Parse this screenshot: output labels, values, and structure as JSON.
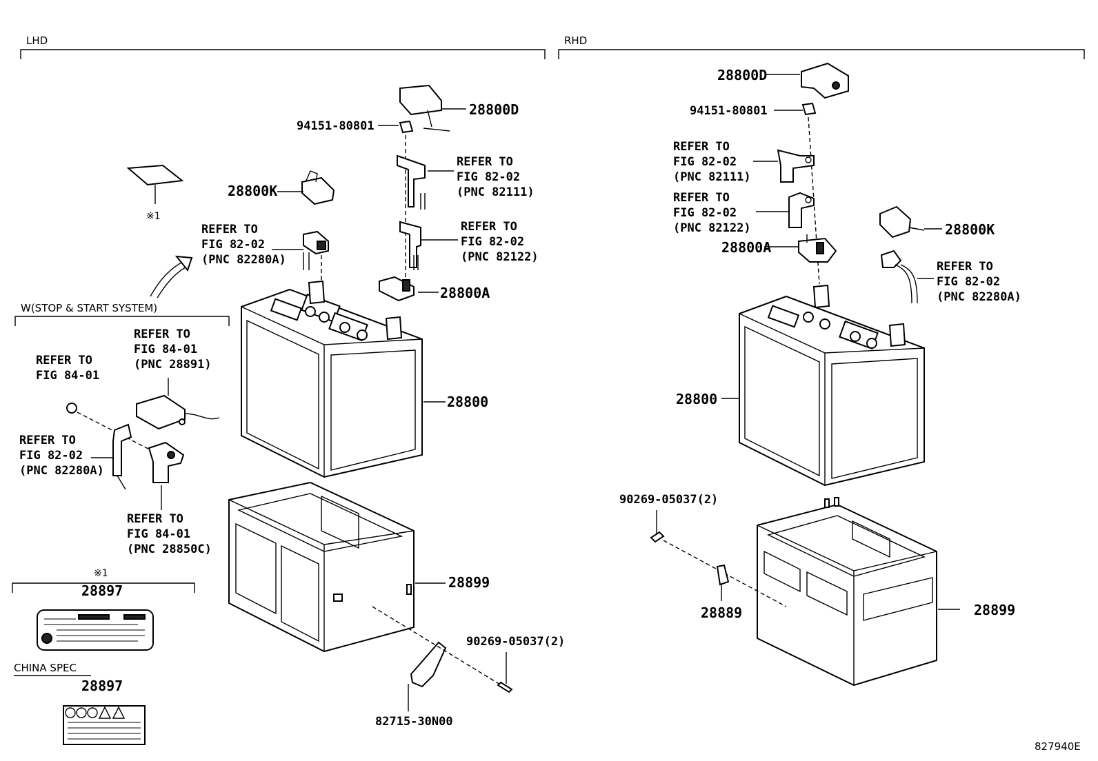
{
  "sections": {
    "lhd": "LHD",
    "rhd": "RHD",
    "stop_start": "W(STOP & START SYSTEM)",
    "china_spec": "CHINA SPEC",
    "note_mark": "※1"
  },
  "callouts": {
    "c28800D_l": "28800D",
    "c94151_l": "94151-80801",
    "c28800K_l": "28800K",
    "c28800A_l": "28800A",
    "c28800_l": "28800",
    "c28899_l": "28899",
    "c90269_l": "90269-05037(2)",
    "c82715_l": "82715-30N00",
    "c28897_a": "28897",
    "c28897_b": "28897",
    "c28800D_r": "28800D",
    "c94151_r": "94151-80801",
    "c28800K_r": "28800K",
    "c28800A_r": "28800A",
    "c28800_r": "28800",
    "c28899_r": "28899",
    "c90269_r": "90269-05037(2)",
    "c28889_r": "28889"
  },
  "refs": {
    "l_82111": [
      "REFER TO",
      "FIG 82-02",
      "(PNC 82111)"
    ],
    "l_82122": [
      "REFER TO",
      "FIG 82-02",
      "(PNC 82122)"
    ],
    "l_82280A": [
      "REFER TO",
      "FIG 82-02",
      "(PNC 82280A)"
    ],
    "ss_84_01": [
      "REFER TO",
      "FIG 84-01"
    ],
    "ss_28891": [
      "REFER TO",
      "FIG 84-01",
      "(PNC 28891)"
    ],
    "ss_82280A": [
      "REFER TO",
      "FIG 82-02",
      "(PNC 82280A)"
    ],
    "ss_28850C": [
      "REFER TO",
      "FIG 84-01",
      "(PNC 28850C)"
    ],
    "r_82111": [
      "REFER TO",
      "FIG 82-02",
      "(PNC 82111)"
    ],
    "r_82122": [
      "REFER TO",
      "FIG 82-02",
      "(PNC 82122)"
    ],
    "r_82280A": [
      "REFER TO",
      "FIG 82-02",
      "(PNC 82280A)"
    ]
  },
  "figure_id": "827940E"
}
